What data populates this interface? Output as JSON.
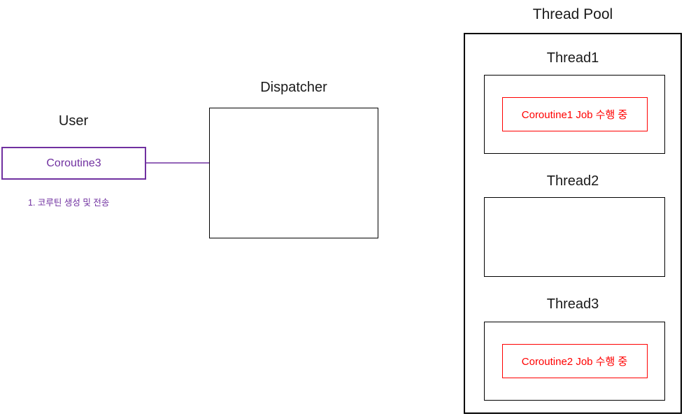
{
  "user_section": {
    "title": "User",
    "coroutine_label": "Coroutine3",
    "caption": "1. 코루틴 생성 및 전송"
  },
  "dispatcher_section": {
    "title": "Dispatcher"
  },
  "thread_pool": {
    "title": "Thread Pool",
    "threads": [
      {
        "label": "Thread1",
        "job": "Coroutine1 Job 수행 중"
      },
      {
        "label": "Thread2",
        "job": ""
      },
      {
        "label": "Thread3",
        "job": "Coroutine2 Job 수행 중"
      }
    ]
  },
  "colors": {
    "purple": "#7030A0",
    "red": "#FF0000",
    "text": "#1a1a1a",
    "border": "#000000"
  }
}
